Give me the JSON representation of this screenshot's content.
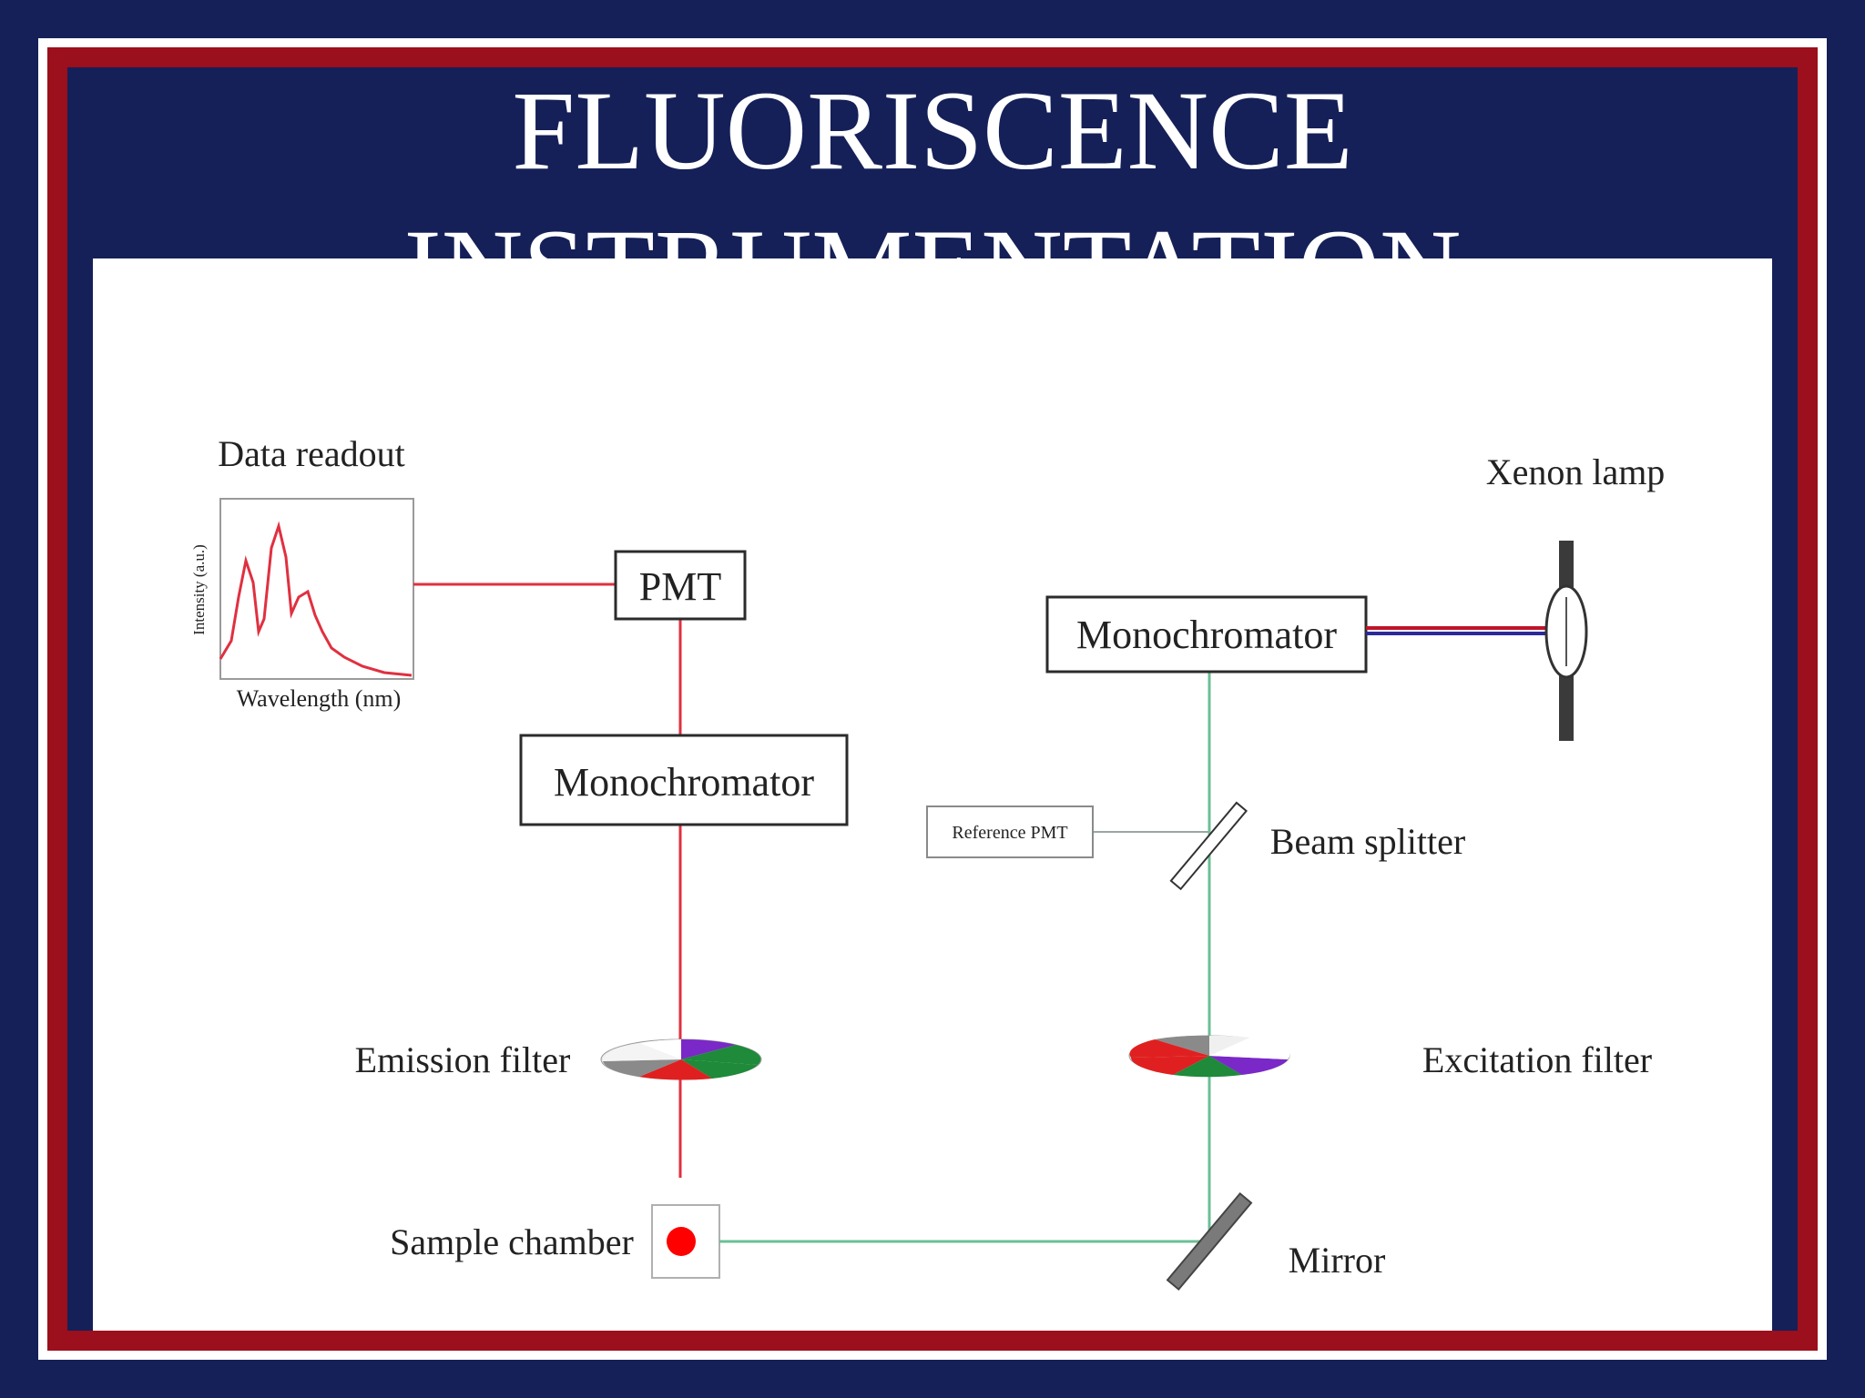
{
  "slide": {
    "title_line1": "FLUORISCENCE",
    "title_line2": "INSTRUMENTATION"
  },
  "diagram": {
    "data_readout": "Data readout",
    "y_axis": "Intensity (a.u.)",
    "x_axis": "Wavelength (nm)",
    "pmt": "PMT",
    "monochromator_emission": "Monochromator",
    "monochromator_excitation": "Monochromator",
    "xenon_lamp": "Xenon lamp",
    "reference_pmt": "Reference PMT",
    "beam_splitter": "Beam splitter",
    "emission_filter": "Emission filter",
    "excitation_filter": "Excitation filter",
    "sample_chamber": "Sample chamber",
    "mirror": "Mirror",
    "colors": {
      "emission_path": "#e03040",
      "excitation_path": "#6bbf94",
      "lamp_beam_red": "#c0142a",
      "lamp_beam_blue": "#2a2a9a",
      "sample": "#ff0000"
    }
  }
}
